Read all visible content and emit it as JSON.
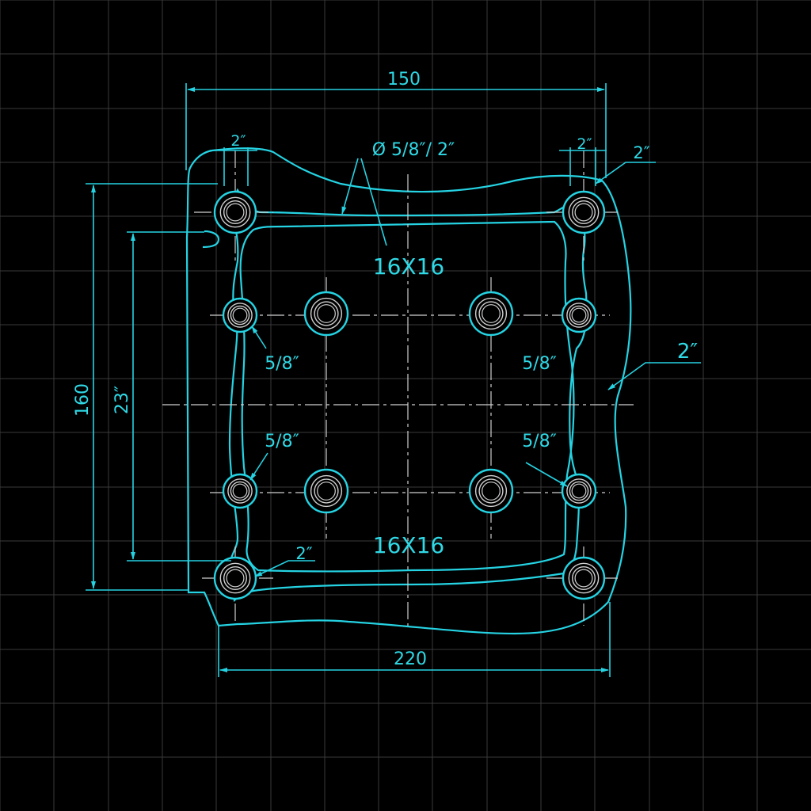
{
  "drawing": {
    "colors": {
      "background": "#000000",
      "grid": "#3a3a3a",
      "line": "#25d3e3",
      "centerline": "#cfcfcf"
    },
    "dimensions": {
      "top_width": "150",
      "bottom_width": "220",
      "left_outer_height": "160",
      "left_inner_height": "23″",
      "right_edge_thickness": "2″"
    },
    "callouts": {
      "top_left_hole_width": "2″",
      "top_right_hole_width": "2″",
      "top_right_corner": "2″",
      "hole_spec": "Ø 5/8″/ 2″",
      "bottom_left_hole": "2″",
      "hole_left_upper": "5/8″",
      "hole_right_upper": "5/8″",
      "hole_left_lower": "5/8″",
      "hole_right_lower": "5/8″"
    },
    "labels": {
      "grid_top": "16X16",
      "grid_bottom": "16X16"
    }
  }
}
